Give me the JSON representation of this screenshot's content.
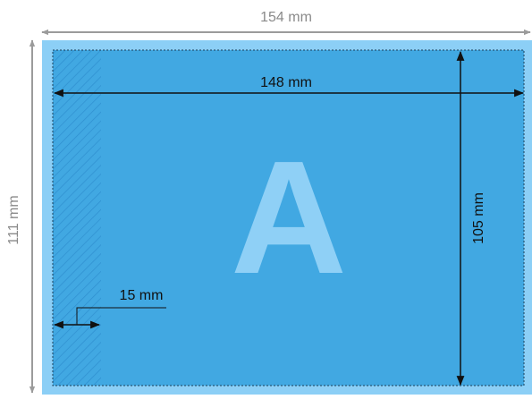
{
  "labels": {
    "outer_width": "154 mm",
    "outer_height": "111 mm",
    "trim_width": "148 mm",
    "trim_height": "105 mm",
    "margin": "15 mm",
    "format_letter": "A"
  },
  "colors": {
    "bleed_area": "#8ccff6",
    "trim_area": "#41a8e2",
    "letter": "#8fd0f6",
    "outer_dimension": "#9b9b9b",
    "inner_dimension": "#111111"
  }
}
